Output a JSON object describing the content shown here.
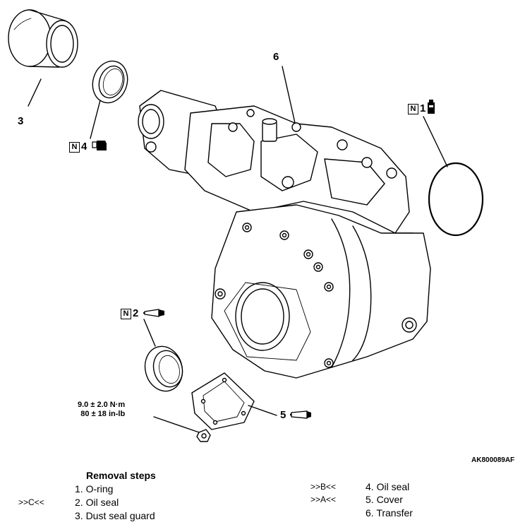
{
  "figure_id": "AK800089AF",
  "callouts": {
    "c1": "1",
    "c2": "2",
    "c3": "3",
    "c4": "4",
    "c5": "5",
    "c6": "6"
  },
  "n_mark": "N",
  "torque": {
    "line1": "9.0 ± 2.0 N·m",
    "line2": "80 ± 18 in-lb"
  },
  "removal": {
    "title": "Removal steps",
    "left_steps": [
      {
        "mark": "",
        "text": "1. O-ring"
      },
      {
        "mark": ">>C<<",
        "text": "2. Oil seal"
      },
      {
        "mark": "",
        "text": "3. Dust seal guard"
      }
    ],
    "right_steps": [
      {
        "mark": ">>B<<",
        "text": "4. Oil seal"
      },
      {
        "mark": ">>A<<",
        "text": "5. Cover"
      },
      {
        "mark": "",
        "text": "6. Transfer"
      }
    ]
  },
  "icons": [
    "grease-tube-icon",
    "sealant-tube-icon",
    "grease-cup-icon",
    "grease-can-icon"
  ]
}
